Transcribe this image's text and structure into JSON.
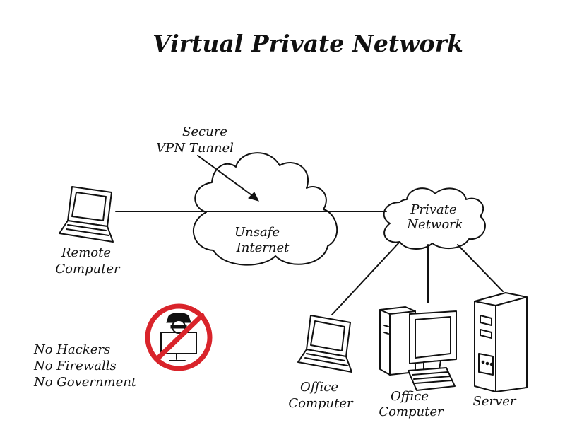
{
  "title": "Virtual Private Network",
  "tunnel_label": {
    "line1": "Secure",
    "line2": "VPN Tunnel"
  },
  "internet_label": {
    "line1": "Unsafe",
    "line2": "Internet"
  },
  "private_label": {
    "line1": "Private",
    "line2": "Network"
  },
  "remote_label": {
    "line1": "Remote",
    "line2": "Computer"
  },
  "office1_label": {
    "line1": "Office",
    "line2": "Computer"
  },
  "office2_label": {
    "line1": "Office",
    "line2": "Computer"
  },
  "server_label": {
    "line1": "Server"
  },
  "no_list": [
    "No Hackers",
    "No Firewalls",
    "No Government"
  ],
  "colors": {
    "prohibit": "#d9242b",
    "ink": "#111111"
  }
}
